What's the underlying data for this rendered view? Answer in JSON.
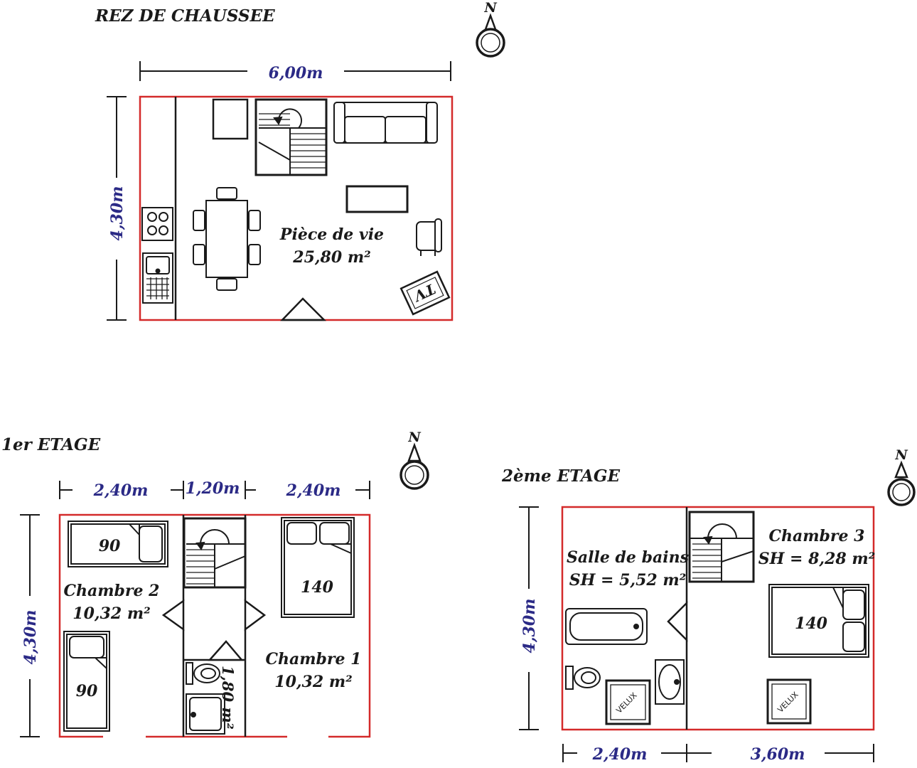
{
  "colors": {
    "wall": "#d42a2a",
    "line": "#1a1a1a",
    "dimension_text": "#2b2a86",
    "label_text": "#1a1a1a"
  },
  "north": "N",
  "ground": {
    "title": "REZ DE CHAUSSEE",
    "width_dim": "6,00m",
    "height_dim": "4,30m",
    "room_name": "Pièce de vie",
    "room_area": "25,80 m²",
    "tv": "TV"
  },
  "first": {
    "title": "1er ETAGE",
    "dim_left": "2,40m",
    "dim_middle": "1,20m",
    "dim_right": "2,40m",
    "height_dim": "4,30m",
    "bed_top_left": "90",
    "bed_bottom_left": "90",
    "bed_right": "140",
    "room2_name": "Chambre 2",
    "room2_area": "10,32 m²",
    "room1_name": "Chambre 1",
    "room1_area": "10,32 m²",
    "wc_area": "1,80 m²"
  },
  "second": {
    "title": "2ème ETAGE",
    "height_dim": "4,30m",
    "dim_left": "2,40m",
    "dim_right": "3,60m",
    "bath_name": "Salle de bains",
    "bath_area": "SH = 5,52 m²",
    "room3_name": "Chambre 3",
    "room3_area": "SH = 8,28 m²",
    "bed": "140",
    "velux_left": "VELUX",
    "velux_right": "VELUX"
  }
}
